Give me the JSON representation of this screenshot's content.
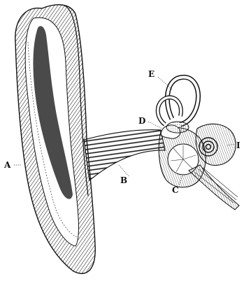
{
  "labels": {
    "a": "A",
    "b": "B",
    "c": "C",
    "d": "D",
    "e": "E",
    "i": "I"
  },
  "colors": {
    "ink": "#111111",
    "paper": "#ffffff",
    "shade": "#2a2a2a"
  }
}
